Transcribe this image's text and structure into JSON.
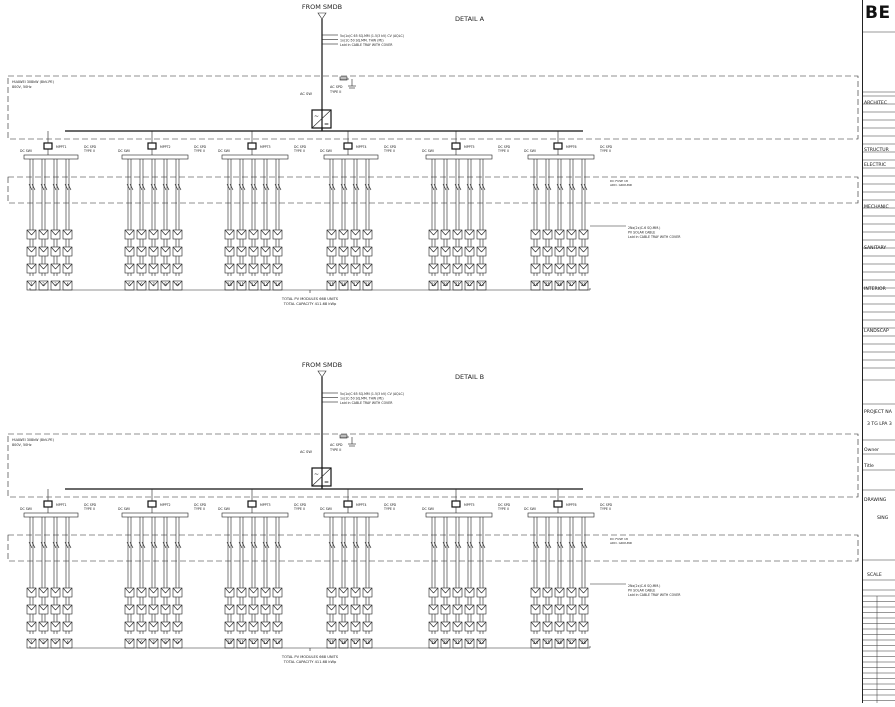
{
  "details": [
    {
      "heading": "DETAIL A",
      "source": "FROM SMDB",
      "feeder_notes": [
        "5x(1x)C 65 SQ.MM (1.5/3 kV) CV (AQLC)",
        "1x(1C-50 SQ.MM. THW (PE)",
        "Laid in CABLE TRAY WITH COVER"
      ],
      "inverter_label": [
        "HUAWEI 308kW (8kV-PE)",
        "800V, 50Hz"
      ],
      "ac_sw": "AC SW",
      "ac_spd": [
        "AC SPD",
        "TYPE II"
      ],
      "string_notes": [
        "2Nx(2x)C-6 SQ.MM.)",
        "PV SOLAR CABLE",
        "Laid in CABLE TRAY WITH COVER"
      ],
      "combiner_note": [
        "DC FUSE 18",
        "ADD. GROUND"
      ],
      "mppt_labels": [
        "MPPT1",
        "MPPT2",
        "MPPT3",
        "MPPT4",
        "MPPT5",
        "MPPT6"
      ],
      "string_numbers": [
        [
          "1",
          "2",
          "3",
          "4"
        ],
        [
          "5",
          "6",
          "7",
          "8",
          "9"
        ],
        [
          "10",
          "11",
          "12",
          "13",
          "14"
        ],
        [
          "15",
          "16",
          "17",
          "18"
        ],
        [
          "19",
          "20",
          "21",
          "22",
          "23"
        ],
        [
          "24",
          "25",
          "26",
          "27",
          "28"
        ]
      ],
      "totals": [
        "TOTAL PV MODULES 668 UNITS",
        "TOTAL CAPACITY 411.68 kWp"
      ]
    },
    {
      "heading": "DETAIL B",
      "source": "FROM SMDB",
      "feeder_notes": [
        "5x(1x)C 65 SQ.MM (1.5/3 kV) CV (AQLC)",
        "1x(1C-50 SQ.MM. THW (PE)",
        "Laid in CABLE TRAY WITH COVER"
      ],
      "inverter_label": [
        "HUAWEI 308kW (8kV-PE)",
        "800V, 50Hz"
      ],
      "ac_sw": "AC SW",
      "ac_spd": [
        "AC SPD",
        "TYPE II"
      ],
      "string_notes": [
        "2Nx(2x)C-6 SQ.MM.)",
        "PV SOLAR CABLE",
        "Laid in CABLE TRAY WITH COVER"
      ],
      "combiner_note": [
        "DC FUSE 18",
        "ADD. GROUND"
      ],
      "mppt_labels": [
        "MPPT1",
        "MPPT2",
        "MPPT3",
        "MPPT4",
        "MPPT5",
        "MPPT6"
      ],
      "string_numbers": [
        [
          "1",
          "2",
          "3",
          "4"
        ],
        [
          "5",
          "6",
          "7",
          "8",
          "9"
        ],
        [
          "10",
          "11",
          "12",
          "13",
          "14"
        ],
        [
          "15",
          "16",
          "17",
          "18"
        ],
        [
          "19",
          "20",
          "21",
          "22",
          "23"
        ],
        [
          "24",
          "25",
          "26",
          "27",
          "28"
        ]
      ],
      "totals": [
        "TOTAL PV MODULES 668 UNITS",
        "TOTAL CAPACITY 411.68 kWp"
      ]
    }
  ],
  "dc_labels": {
    "dc_swi": "DC SWI",
    "dc_spd": [
      "DC SPD",
      "TYPE II"
    ]
  },
  "title_block": {
    "logo": "BE",
    "sections": [
      "ARCHITEC",
      "STRUCTUR",
      "ELECTRIC",
      "MECHANIC",
      "SANITARY",
      "INTERIOR",
      "LANDSCAP"
    ],
    "project_name_label": "PROJECT NA",
    "project_name_value": "3 TG LPA 3",
    "owner_label": "Owner",
    "title_label": "Title",
    "drawing_label": "DRAWING",
    "drawing_value": "SING",
    "scale_label": "SCALE"
  }
}
